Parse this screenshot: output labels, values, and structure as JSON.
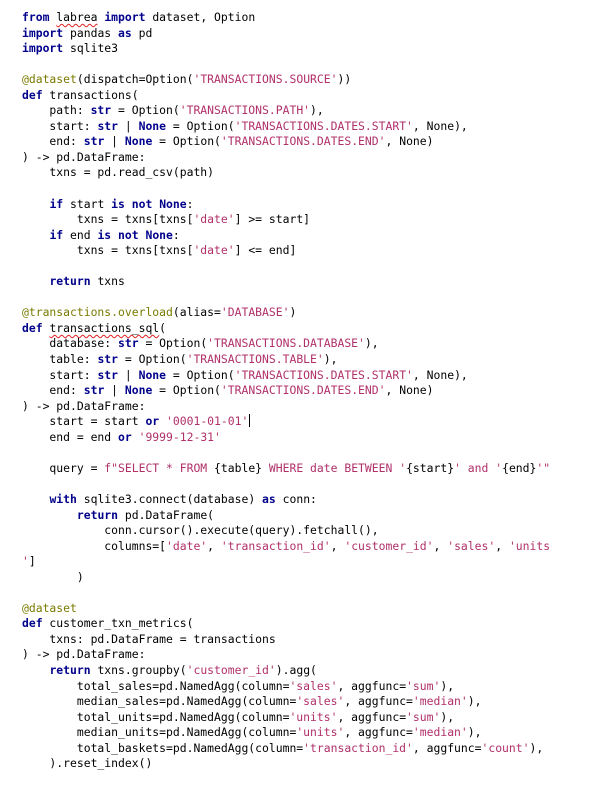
{
  "editor": {
    "lines": [
      [
        [
          "kw",
          "from"
        ],
        [
          "t",
          " "
        ],
        [
          "squig",
          "labrea"
        ],
        [
          "t",
          " "
        ],
        [
          "kw",
          "import"
        ],
        [
          "t",
          " dataset, Option"
        ]
      ],
      [
        [
          "kw",
          "import"
        ],
        [
          "t",
          " pandas "
        ],
        [
          "kw",
          "as"
        ],
        [
          "t",
          " pd"
        ]
      ],
      [
        [
          "kw",
          "import"
        ],
        [
          "t",
          " sqlite3"
        ]
      ],
      [],
      [
        [
          "dec",
          "@dataset"
        ],
        [
          "t",
          "(dispatch=Option("
        ],
        [
          "str",
          "'TRANSACTIONS.SOURCE'"
        ],
        [
          "t",
          "))"
        ]
      ],
      [
        [
          "kw",
          "def"
        ],
        [
          "t",
          " transactions("
        ]
      ],
      [
        [
          "t",
          "    path: "
        ],
        [
          "kw",
          "str"
        ],
        [
          "t",
          " = Option("
        ],
        [
          "str",
          "'TRANSACTIONS.PATH'"
        ],
        [
          "t",
          "),"
        ]
      ],
      [
        [
          "t",
          "    start: "
        ],
        [
          "kw",
          "str"
        ],
        [
          "t",
          " | "
        ],
        [
          "kw",
          "None"
        ],
        [
          "t",
          " = Option("
        ],
        [
          "str",
          "'TRANSACTIONS.DATES.START'"
        ],
        [
          "t",
          ", None),"
        ]
      ],
      [
        [
          "t",
          "    end: "
        ],
        [
          "kw",
          "str"
        ],
        [
          "t",
          " | "
        ],
        [
          "kw",
          "None"
        ],
        [
          "t",
          " = Option("
        ],
        [
          "str",
          "'TRANSACTIONS.DATES.END'"
        ],
        [
          "t",
          ", None)"
        ]
      ],
      [
        [
          "t",
          ") -> pd.DataFrame:"
        ]
      ],
      [
        [
          "t",
          "    txns = pd.read_csv(path)"
        ]
      ],
      [],
      [
        [
          "t",
          "    "
        ],
        [
          "kw",
          "if"
        ],
        [
          "t",
          " start "
        ],
        [
          "kw",
          "is not"
        ],
        [
          "t",
          " "
        ],
        [
          "kw",
          "None"
        ],
        [
          "t",
          ":"
        ]
      ],
      [
        [
          "t",
          "        txns = txns[txns["
        ],
        [
          "str",
          "'date'"
        ],
        [
          "t",
          "] >= start]"
        ]
      ],
      [
        [
          "t",
          "    "
        ],
        [
          "kw",
          "if"
        ],
        [
          "t",
          " end "
        ],
        [
          "kw",
          "is not"
        ],
        [
          "t",
          " "
        ],
        [
          "kw",
          "None"
        ],
        [
          "t",
          ":"
        ]
      ],
      [
        [
          "t",
          "        txns = txns[txns["
        ],
        [
          "str",
          "'date'"
        ],
        [
          "t",
          "] <= end]"
        ]
      ],
      [],
      [
        [
          "t",
          "    "
        ],
        [
          "kw",
          "return"
        ],
        [
          "t",
          " txns"
        ]
      ],
      [],
      [
        [
          "dec",
          "@transactions.overload"
        ],
        [
          "t",
          "(alias="
        ],
        [
          "str",
          "'DATABASE'"
        ],
        [
          "t",
          ")"
        ]
      ],
      [
        [
          "kw",
          "def"
        ],
        [
          "t",
          " "
        ],
        [
          "squig",
          "transactions_sql"
        ],
        [
          "t",
          "("
        ]
      ],
      [
        [
          "t",
          "    database: "
        ],
        [
          "kw",
          "str"
        ],
        [
          "t",
          " = Option("
        ],
        [
          "str",
          "'TRANSACTIONS.DATABASE'"
        ],
        [
          "t",
          "),"
        ]
      ],
      [
        [
          "t",
          "    table: "
        ],
        [
          "kw",
          "str"
        ],
        [
          "t",
          " = Option("
        ],
        [
          "str",
          "'TRANSACTIONS.TABLE'"
        ],
        [
          "t",
          "),"
        ]
      ],
      [
        [
          "t",
          "    start: "
        ],
        [
          "kw",
          "str"
        ],
        [
          "t",
          " | "
        ],
        [
          "kw",
          "None"
        ],
        [
          "t",
          " = Option("
        ],
        [
          "str",
          "'TRANSACTIONS.DATES.START'"
        ],
        [
          "t",
          ", None),"
        ]
      ],
      [
        [
          "t",
          "    end: "
        ],
        [
          "kw",
          "str"
        ],
        [
          "t",
          " | "
        ],
        [
          "kw",
          "None"
        ],
        [
          "t",
          " = Option("
        ],
        [
          "str",
          "'TRANSACTIONS.DATES.END'"
        ],
        [
          "t",
          ", None)"
        ]
      ],
      [
        [
          "t",
          ") -> pd.DataFrame:"
        ]
      ],
      [
        [
          "t",
          "    start = start "
        ],
        [
          "kw",
          "or"
        ],
        [
          "t",
          " "
        ],
        [
          "str",
          "'0001-01-01'"
        ],
        [
          "caret",
          ""
        ]
      ],
      [
        [
          "t",
          "    end = end "
        ],
        [
          "kw",
          "or"
        ],
        [
          "t",
          " "
        ],
        [
          "str",
          "'9999-12-31'"
        ]
      ],
      [],
      [
        [
          "t",
          "    query = "
        ],
        [
          "fs",
          "f\"SELECT * FROM "
        ],
        [
          "t",
          "{table}"
        ],
        [
          "fs",
          " WHERE date BETWEEN '"
        ],
        [
          "t",
          "{start}"
        ],
        [
          "fs",
          "' and '"
        ],
        [
          "t",
          "{end}"
        ],
        [
          "fs",
          "'\""
        ]
      ],
      [],
      [
        [
          "t",
          "    "
        ],
        [
          "kw",
          "with"
        ],
        [
          "t",
          " sqlite3.connect(database) "
        ],
        [
          "kw",
          "as"
        ],
        [
          "t",
          " conn:"
        ]
      ],
      [
        [
          "t",
          "        "
        ],
        [
          "kw",
          "return"
        ],
        [
          "t",
          " pd.DataFrame("
        ]
      ],
      [
        [
          "t",
          "            conn.cursor().execute(query).fetchall(),"
        ]
      ],
      [
        [
          "t",
          "            columns=["
        ],
        [
          "str",
          "'date'"
        ],
        [
          "t",
          ", "
        ],
        [
          "str",
          "'transaction_id'"
        ],
        [
          "t",
          ", "
        ],
        [
          "str",
          "'customer_id'"
        ],
        [
          "t",
          ", "
        ],
        [
          "str",
          "'sales'"
        ],
        [
          "t",
          ", "
        ],
        [
          "str",
          "'units"
        ]
      ],
      [
        [
          "str",
          "'"
        ],
        [
          "t",
          "]"
        ]
      ],
      [
        [
          "t",
          "        )"
        ]
      ],
      [],
      [
        [
          "dec",
          "@dataset"
        ]
      ],
      [
        [
          "kw",
          "def"
        ],
        [
          "t",
          " customer_txn_metrics("
        ]
      ],
      [
        [
          "t",
          "    txns: pd.DataFrame = transactions"
        ]
      ],
      [
        [
          "t",
          ") -> pd.DataFrame:"
        ]
      ],
      [
        [
          "t",
          "    "
        ],
        [
          "kw",
          "return"
        ],
        [
          "t",
          " txns.groupby("
        ],
        [
          "str",
          "'customer_id'"
        ],
        [
          "t",
          ").agg("
        ]
      ],
      [
        [
          "t",
          "        total_sales=pd.NamedAgg(column="
        ],
        [
          "str",
          "'sales'"
        ],
        [
          "t",
          ", aggfunc="
        ],
        [
          "str",
          "'sum'"
        ],
        [
          "t",
          "),"
        ]
      ],
      [
        [
          "t",
          "        median_sales=pd.NamedAgg(column="
        ],
        [
          "str",
          "'sales'"
        ],
        [
          "t",
          ", aggfunc="
        ],
        [
          "str",
          "'median'"
        ],
        [
          "t",
          "),"
        ]
      ],
      [
        [
          "t",
          "        total_units=pd.NamedAgg(column="
        ],
        [
          "str",
          "'units'"
        ],
        [
          "t",
          ", aggfunc="
        ],
        [
          "str",
          "'sum'"
        ],
        [
          "t",
          "),"
        ]
      ],
      [
        [
          "t",
          "        median_units=pd.NamedAgg(column="
        ],
        [
          "str",
          "'units'"
        ],
        [
          "t",
          ", aggfunc="
        ],
        [
          "str",
          "'median'"
        ],
        [
          "t",
          "),"
        ]
      ],
      [
        [
          "t",
          "        total_baskets=pd.NamedAgg(column="
        ],
        [
          "str",
          "'transaction_id'"
        ],
        [
          "t",
          ", aggfunc="
        ],
        [
          "str",
          "'count'"
        ],
        [
          "t",
          "),"
        ]
      ],
      [
        [
          "t",
          "    ).reset_index()"
        ]
      ]
    ]
  }
}
